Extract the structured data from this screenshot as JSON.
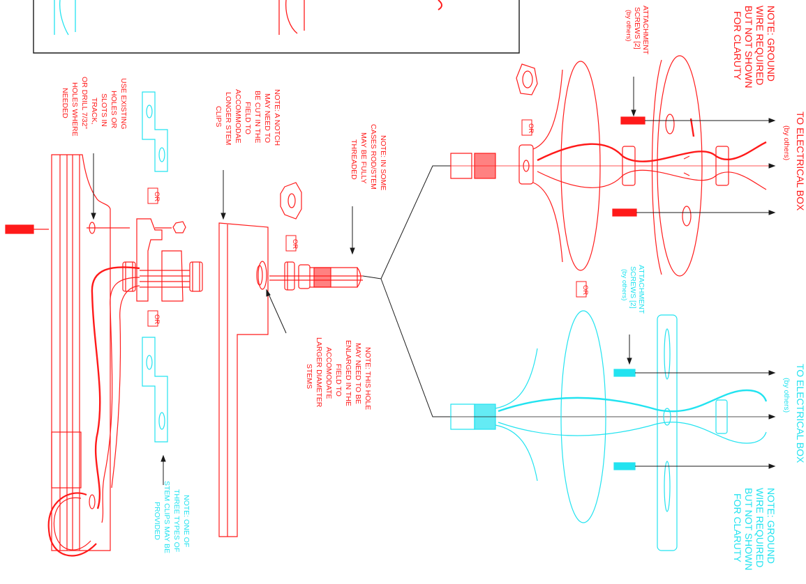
{
  "colors": {
    "red": "#ff1a1a",
    "cyan": "#22e3f0",
    "black": "#1a1a1a"
  },
  "notes": {
    "electrical_box_top": [
      "TO ELECTRICAL BOX",
      "(by others)"
    ],
    "electrical_box_bottom": [
      "TO ELECTRICAL BOX",
      "(by others)"
    ],
    "ground_top": [
      "NOTE: GROUND",
      "WIRE REQUIRED",
      "BUT NOT SHOWN",
      "FOR CLARUTY"
    ],
    "ground_bottom": [
      "NOTE: GROUND",
      "WIRE REQUIRED",
      "BUT NOT SHOWN",
      "FOR CLARUTY"
    ],
    "attach_top": [
      "ATTACHMENT",
      "SCREWS [2]",
      "(by others)"
    ],
    "attach_bottom": [
      "ATTACHMENT",
      "SCREWS [2]",
      "(by others)"
    ],
    "threaded": [
      "NOTE: IN SOME",
      "CASES ROD/STEM",
      "MAY BE FULLY",
      "THREADED"
    ],
    "notch": [
      "NOTE: A NOTCH",
      "MAY NEED TO",
      "BE CUT IN THE",
      "FIELD TO",
      "ACCOMMODAE",
      "LONGER STEM",
      "CLIPS"
    ],
    "holes": [
      "USE EXISTING",
      "HOLES OR",
      "SLOTS IN",
      "TRACK,",
      "OR DRILL 7/32\"",
      "HOLES WHERE",
      "NEEDED"
    ],
    "hole_enlarge": [
      "NOTE: THIS HOLE",
      "MAY NEED TO BE",
      "ENLARGED IN THE",
      "FIELD TO",
      "ACCOMODATE",
      "LARGER DIAMETER",
      "STEMS"
    ],
    "stem_clips": [
      "NOTE: ONE OF",
      "THREE TYPES OF",
      "STEM CLIPS MAY BE",
      "PROVIDED"
    ]
  },
  "or_labels": {
    "track_upper": "OR",
    "track_lower": "OR",
    "nut": "OR",
    "canopy_upper": "OR",
    "canopy_between": "OR"
  }
}
